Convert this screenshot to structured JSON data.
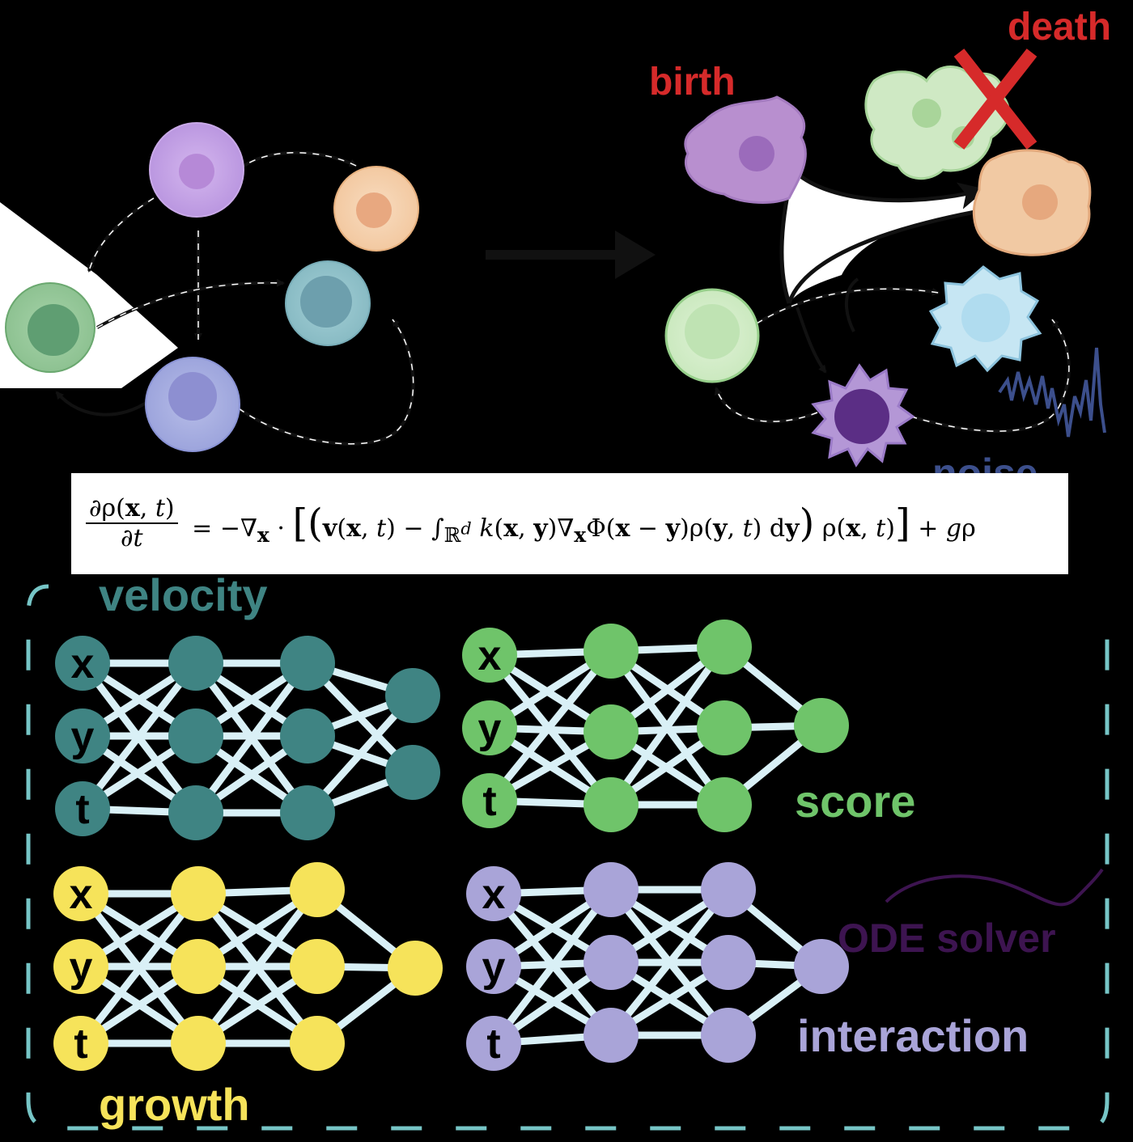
{
  "labels": {
    "birth": "birth",
    "death": "death",
    "noise": "noise",
    "velocity": "velocity",
    "score": "score",
    "growth": "growth",
    "interaction": "interaction",
    "ode_solver": "ODE solver"
  },
  "equation": "∂ρ(x, t) / ∂t = −∇ₓ · [ ( v(x, t) − ∫ℝᵈ k(x, y) ∇ₓΦ(x − y) ρ(y, t) dy ) ρ(x, t) ] + gρ",
  "network_inputs": [
    "x",
    "y",
    "t"
  ],
  "colors": {
    "background": "#000000",
    "velocity": "#3f8483",
    "score": "#6fc46a",
    "growth": "#f6e35a",
    "interaction": "#a9a4d8",
    "edges": "#d9f0f6",
    "dash_frame": "#76c5c6",
    "birth": "#d62a2a",
    "death": "#d62a2a",
    "noise": "#3c4f8c",
    "ode_solver": "#3d1450"
  },
  "icons": [
    "cell-icon",
    "arrow-icon",
    "cross-icon",
    "noise-trace-icon",
    "ode-curve-icon"
  ]
}
